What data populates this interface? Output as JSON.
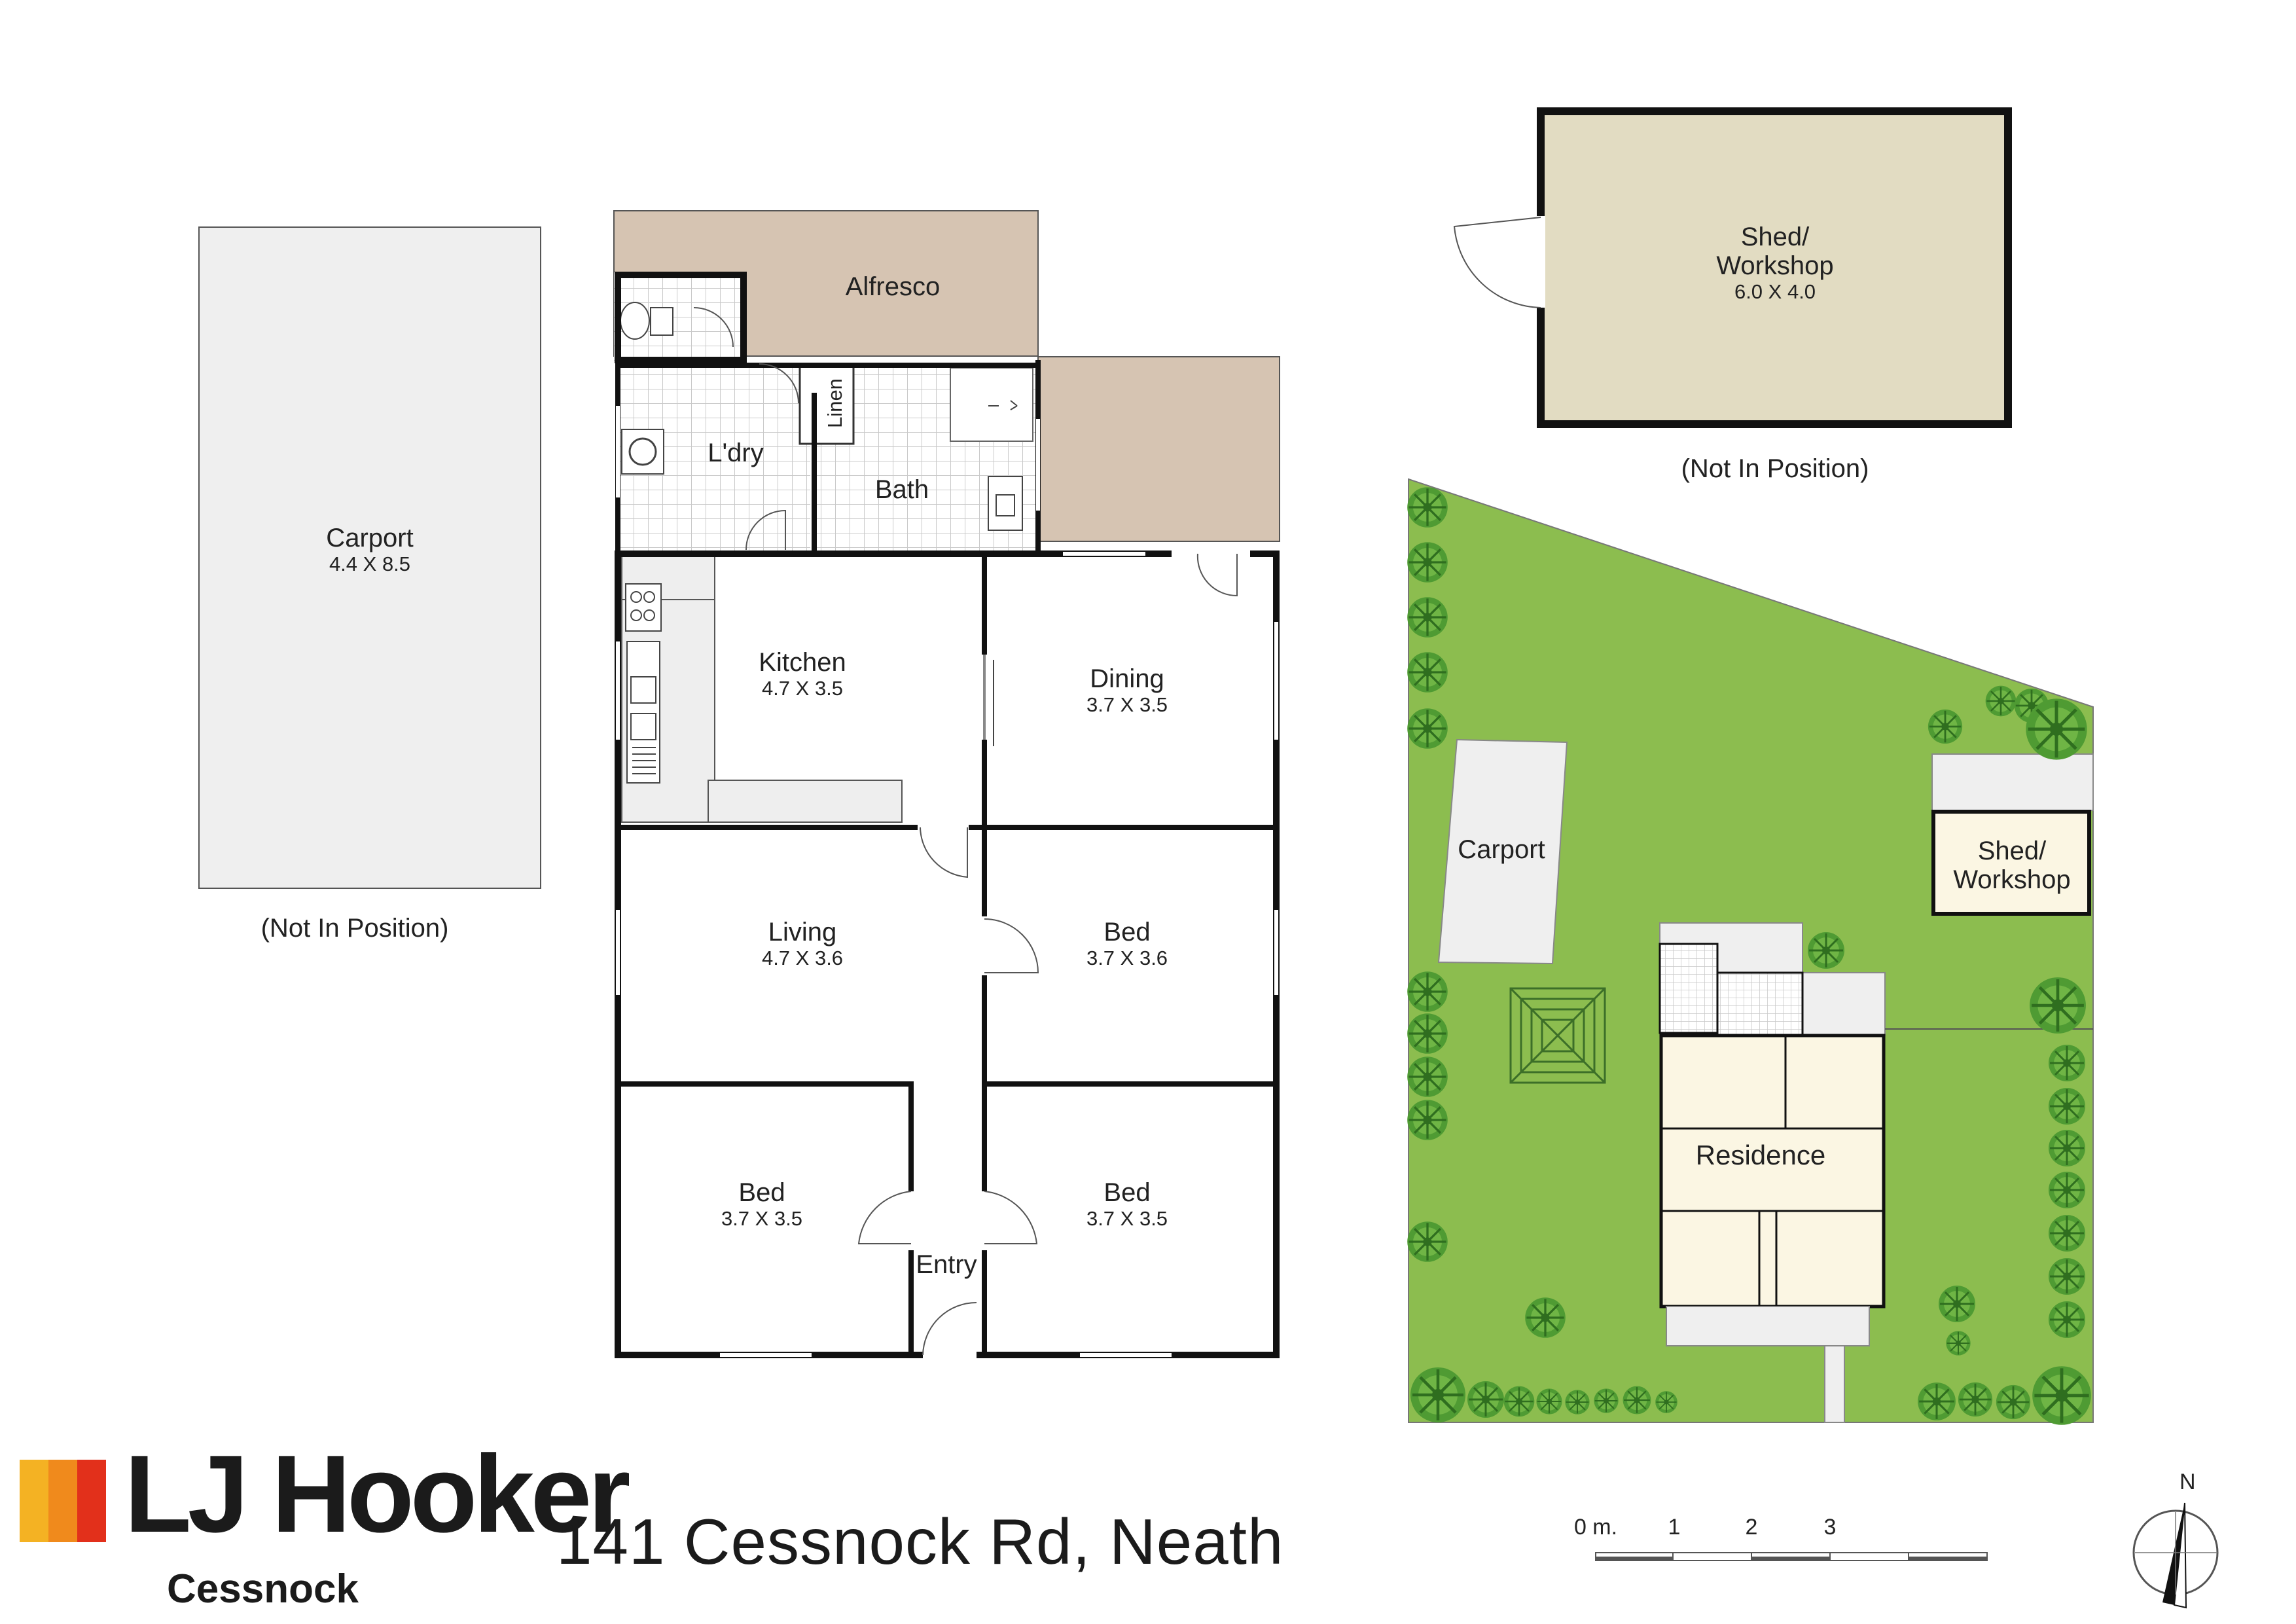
{
  "address": "141 Cessnock Rd, Neath",
  "branding": {
    "brand": "LJ Hooker",
    "office": "Cessnock",
    "colors": [
      "#f4b223",
      "#f08a1c",
      "#e2301b"
    ]
  },
  "rooms": {
    "carport_plan": {
      "name": "Carport",
      "size": "4.4 X 8.5",
      "note": "(Not In Position)"
    },
    "alfresco": {
      "name": "Alfresco"
    },
    "laundry": {
      "name": "L'dry"
    },
    "linen": {
      "name": "Linen"
    },
    "bath": {
      "name": "Bath"
    },
    "kitchen": {
      "name": "Kitchen",
      "size": "4.7 X 3.5"
    },
    "dining": {
      "name": "Dining",
      "size": "3.7 X 3.5"
    },
    "living": {
      "name": "Living",
      "size": "4.7 X 3.6"
    },
    "bed1": {
      "name": "Bed",
      "size": "3.7 X 3.6"
    },
    "bed2": {
      "name": "Bed",
      "size": "3.7 X 3.5"
    },
    "bed3": {
      "name": "Bed",
      "size": "3.7 X 3.5"
    },
    "entry": {
      "name": "Entry"
    },
    "shed_plan": {
      "name_line1": "Shed/",
      "name_line2": "Workshop",
      "size": "6.0 X 4.0",
      "note": "(Not In Position)"
    }
  },
  "site": {
    "carport": "Carport",
    "shed_line1": "Shed/",
    "shed_line2": "Workshop",
    "residence": "Residence"
  },
  "scale": {
    "labels": [
      "0 m.",
      "1",
      "2",
      "3"
    ]
  },
  "compass": {
    "north": "N"
  },
  "colors": {
    "wall": "#111111",
    "outdoor_area": "#d6c4b2",
    "carport_fill": "#efefef",
    "shed_fill": "#e2dcc2",
    "lawn": "#8cbd4f",
    "residence_fill": "#fbf6e3"
  }
}
